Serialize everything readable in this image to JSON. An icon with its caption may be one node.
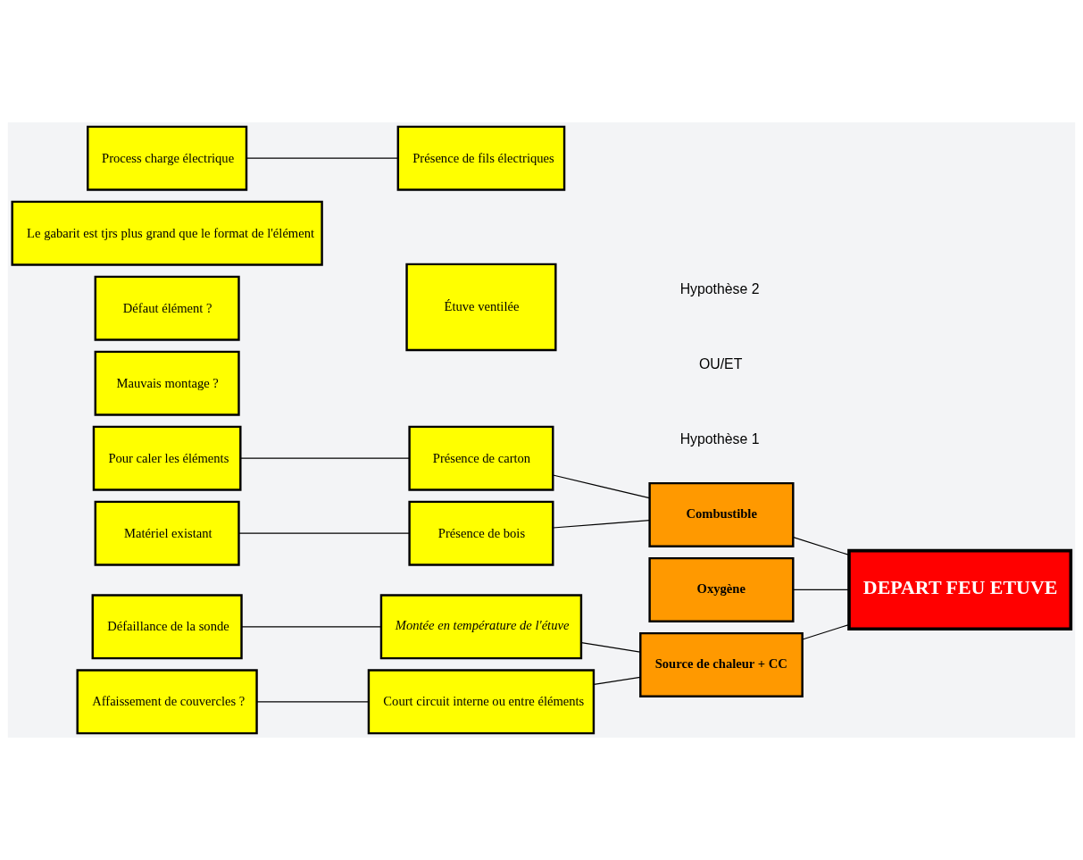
{
  "diagram": {
    "nodes": [
      {
        "text": [
          "Défaillance de la sonde"
        ]
      },
      {
        "text": [
          "Montée en température de l'étuve"
        ]
      },
      {
        "text": [
          "Source de chaleur + CC"
        ]
      },
      {
        "text": [
          "Mauvais montage ?"
        ]
      },
      {
        "text": [
          "Affaissement de couvercles ?"
        ]
      },
      {
        "text": [
          "Défaut élément ?"
        ]
      },
      {
        "text": [
          "Court circuit interne ou entre éléments"
        ]
      },
      {
        "text": [
          "Étuve ventilée"
        ]
      },
      {
        "text": [
          "Oxygène"
        ]
      },
      {
        "text": [
          "DEPART FEU ETUVE"
        ]
      },
      {
        "text": [
          "Le gabarit est tjrs plus grand que le format de l'élément"
        ]
      },
      {
        "text": [
          "Pour caler les éléments"
        ]
      },
      {
        "text": [
          "Présence de carton"
        ]
      },
      {
        "text": [
          "Combustible"
        ]
      },
      {
        "text": [
          "Matériel existant"
        ]
      },
      {
        "text": [
          "Présence de bois"
        ]
      },
      {
        "text": [
          "Process charge électrique"
        ]
      },
      {
        "text": [
          "Présence de fils électriques"
        ]
      }
    ],
    "edges": [
      {
        "from": 0,
        "to": 1,
        "arrow": "none"
      },
      {
        "from": 1,
        "to": 2,
        "arrow": "none"
      },
      {
        "from": 4,
        "to": 6,
        "arrow": "none"
      },
      {
        "from": 6,
        "to": 2,
        "arrow": "none"
      },
      {
        "from": 2,
        "to": 9,
        "arrow": "none"
      },
      {
        "from": 8,
        "to": 9,
        "arrow": "none"
      },
      {
        "from": 13,
        "to": 9,
        "arrow": "none"
      },
      {
        "from": 11,
        "to": 12,
        "arrow": "none"
      },
      {
        "from": 12,
        "to": 13,
        "arrow": "none"
      },
      {
        "from": 14,
        "to": 15,
        "arrow": "none"
      },
      {
        "from": 15,
        "to": 13,
        "arrow": "none"
      },
      {
        "from": 16,
        "to": 17,
        "arrow": "none"
      }
    ],
    "labels": [
      "Hypothèse 1",
      "OU/ET",
      "Hypothèse 2"
    ]
  }
}
